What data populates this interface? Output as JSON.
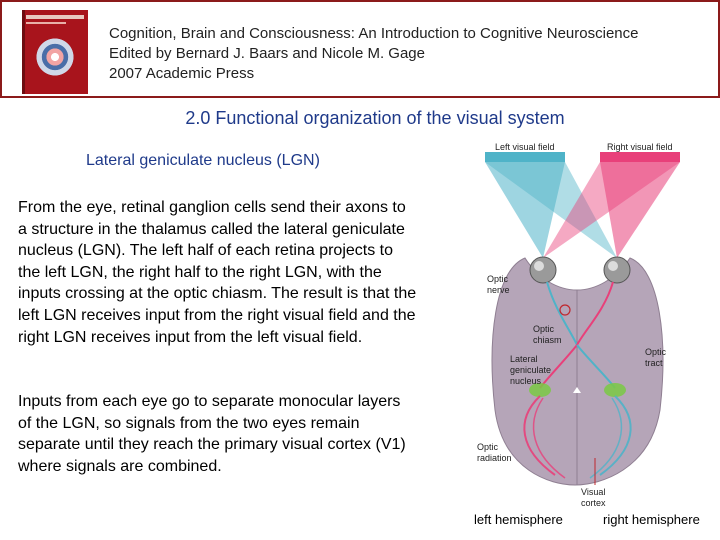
{
  "header": {
    "line1": "Cognition, Brain and Consciousness: An Introduction to Cognitive Neuroscience",
    "line2": "Edited by Bernard J. Baars and Nicole M. Gage",
    "line3": "2007 Academic Press",
    "cover_icon": "book-cover-image"
  },
  "slide": {
    "title": "2.0 Functional organization of the visual system",
    "subtitle": "Lateral geniculate nucleus (LGN)",
    "paragraph1": "From the eye, retinal ganglion cells send their axons to a structure in the thalamus called the lateral geniculate nucleus (LGN). The left half of each retina projects to the left LGN, the right half to the right LGN, with the inputs crossing at the optic chiasm.  The result is that the left LGN receives input from the right visual field and the right LGN receives input from the left visual field.",
    "paragraph2": "Inputs from each eye go to separate monocular layers of the LGN, so signals from the two eyes remain separate until they reach the primary visual cortex (V1) where signals are combined."
  },
  "figure": {
    "left_field": "Left visual field",
    "right_field": "Right visual field",
    "optic_nerve": [
      "Optic",
      "nerve"
    ],
    "optic_chiasm": [
      "Optic",
      "chiasm"
    ],
    "optic_tract": [
      "Optic",
      "tract"
    ],
    "lgn": [
      "Lateral",
      "geniculate",
      "nucleus"
    ],
    "optic_radiation": [
      "Optic",
      "radiation"
    ],
    "visual_cortex": [
      "Visual",
      "cortex"
    ],
    "colors": {
      "left": "#4fb3c8",
      "right": "#e8407a",
      "brain": "#b5a5b8",
      "lgn": "#7ac943"
    }
  },
  "captions": {
    "left": "left  hemisphere",
    "right": "right hemisphere"
  }
}
